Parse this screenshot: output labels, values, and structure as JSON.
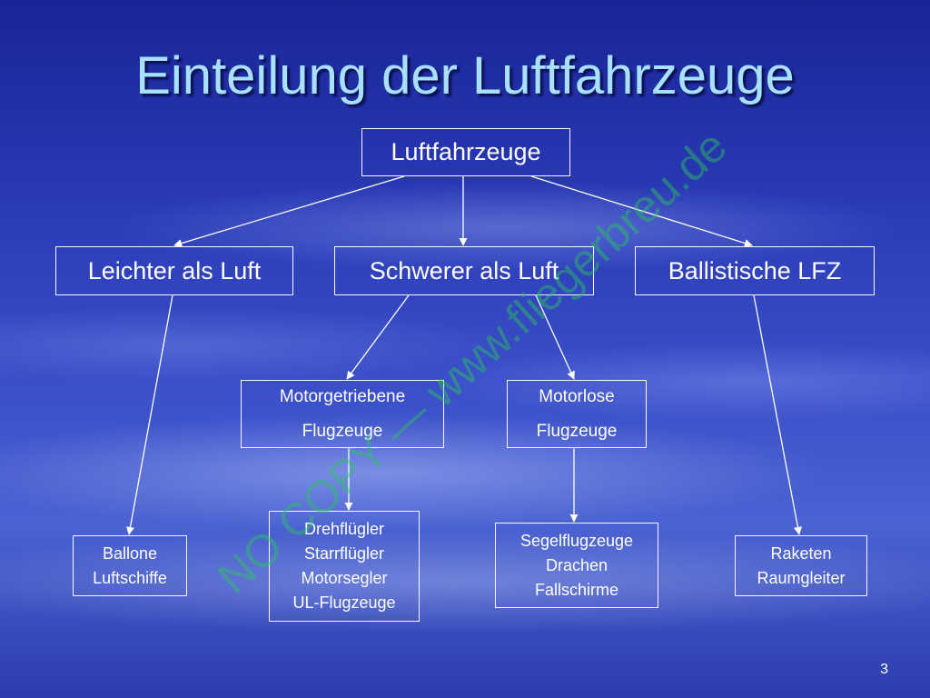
{
  "slide": {
    "title": "Einteilung der Luftfahrzeuge",
    "watermark": "NO COPY — www.fliegerbreu.de",
    "page_number": "3"
  },
  "diagram": {
    "root": "Luftfahrzeuge",
    "level1": {
      "lighter": "Leichter als Luft",
      "heavier": "Schwerer als Luft",
      "ballistic": "Ballistische LFZ"
    },
    "level2": {
      "motorized": "Motorgetriebene\nFlugzeuge",
      "motorless": "Motorlose\nFlugzeuge"
    },
    "leaves": {
      "lighter_types": "Ballone\nLuftschiffe",
      "motorized_types": "Drehflügler\nStarrflügler\nMotorsegler\nUL-Flugzeuge",
      "motorless_types": "Segelflugzeuge\nDrachen\nFallschirme",
      "ballistic_types": "Raketen\nRaumgleiter"
    }
  },
  "colors": {
    "title": "#a8e0ff",
    "box_border": "#ffffff",
    "watermark": "#28c85a"
  }
}
